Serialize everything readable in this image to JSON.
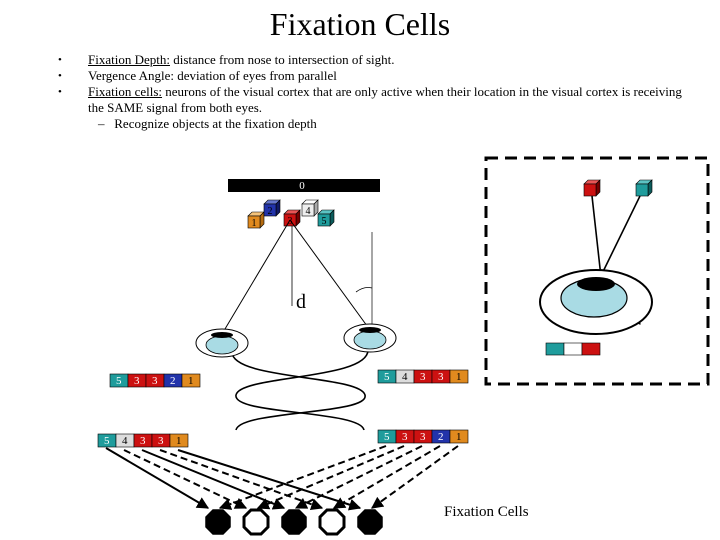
{
  "title": "Fixation Cells",
  "bullets": [
    {
      "term": "Fixation Depth:",
      "text": " distance from nose to intersection of sight."
    },
    {
      "term": "",
      "text": "Vergence Angle: deviation of eyes from parallel"
    },
    {
      "term": "Fixation cells:",
      "text": " neurons of the visual cortex that are only active when their location in the visual cortex is receiving the SAME signal from both eyes."
    }
  ],
  "sub_bullet": {
    "dash": "–",
    "text": "Recognize objects at the fixation depth"
  },
  "diagram": {
    "depth_bar_label": "0",
    "object_labels": [
      "1",
      "2",
      "3",
      "4",
      "5"
    ],
    "distance_label": "d",
    "left_strips": [
      [
        "5",
        "3",
        "3",
        "2",
        "1"
      ],
      [
        "5",
        "4",
        "3",
        "3",
        "1"
      ]
    ],
    "right_strips": [
      [
        "5",
        "4",
        "3",
        "3",
        "1"
      ],
      [
        "5",
        "3",
        "3",
        "2",
        "1"
      ]
    ],
    "footer": "Fixation Cells"
  },
  "colors": {
    "red": "#cc1111",
    "teal": "#1f9c9c",
    "blue": "#2233aa",
    "orange": "#e08a1e",
    "light_teal": "#a9dbe4",
    "light_gray": "#dddddd"
  }
}
